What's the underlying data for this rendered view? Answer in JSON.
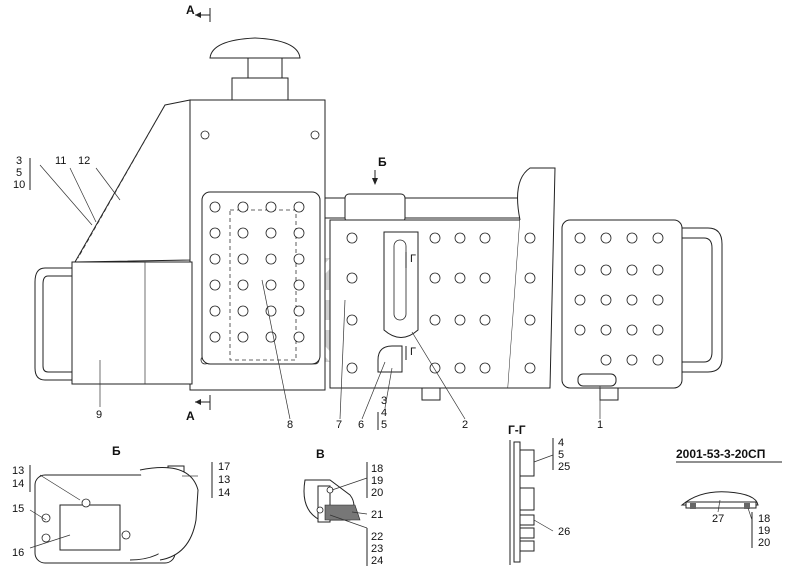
{
  "document_number": "2001-53-3-20СП",
  "section_labels": {
    "a_top": "А",
    "a_bottom": "А",
    "b_arrow": "Б",
    "b_view": "Б",
    "v_view": "В",
    "g_mark_1": "Г",
    "g_mark_2": "Г",
    "g_section": "Г-Г"
  },
  "main_callouts": {
    "c1": "1",
    "c2": "2",
    "c6": "6",
    "c7": "7",
    "c8": "8",
    "c9": "9",
    "c11": "11",
    "c12": "12",
    "stack_left": [
      "3",
      "5",
      "10"
    ],
    "stack_bottom": [
      "3",
      "4",
      "5"
    ]
  },
  "view_b_callouts": {
    "left_top": [
      "13",
      "14"
    ],
    "right_top": [
      "17",
      "13",
      "14"
    ],
    "c15": "15",
    "c16": "16"
  },
  "view_v_callouts": {
    "top": [
      "18",
      "19",
      "20"
    ],
    "c21": "21",
    "bottom": [
      "22",
      "23",
      "24"
    ]
  },
  "view_g_callouts": {
    "top": [
      "4",
      "5",
      "25"
    ],
    "c26": "26"
  },
  "detail_27_callouts": {
    "c27": "27",
    "stack": [
      "18",
      "19",
      "20"
    ]
  }
}
